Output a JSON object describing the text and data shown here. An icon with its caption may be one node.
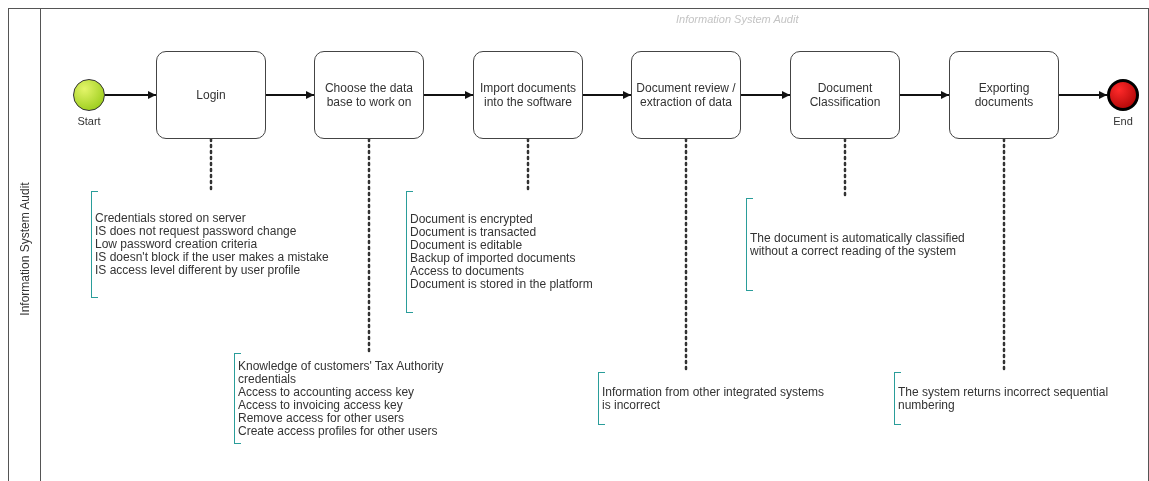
{
  "diagram": {
    "nodes": [
      {
        "text": [
          "Information System Audit"
        ]
      },
      {
        "text": [],
        "shape": "circle",
        "beside": [
          "Start"
        ],
        "in": 0
      },
      {
        "text": [
          "Login"
        ],
        "in": 0
      },
      {
        "text": [
          "Choose the data base to work on"
        ],
        "in": 0
      },
      {
        "text": [
          "Import documents into the software"
        ],
        "in": 0
      },
      {
        "text": [
          "Document review / extraction of data"
        ],
        "in": 0
      },
      {
        "text": [
          "Document Classification"
        ],
        "in": 0
      },
      {
        "text": [
          "Exporting documents"
        ],
        "in": 0
      },
      {
        "text": [],
        "shape": "circle",
        "beside": [
          "End"
        ],
        "in": 0
      },
      {
        "text": [
          "Credentials stored on server",
          "IS does not request password change",
          "Low password creation criteria",
          "IS doesn't block if the user makes a mistake",
          "IS access level different by user profile"
        ],
        "in": 0
      },
      {
        "text": [
          "Knowledge of customers' Tax Authority credentials",
          "Access to accounting access key",
          "Access to invoicing access key",
          "Remove access for other users",
          "Create access profiles for other users"
        ],
        "in": 0
      },
      {
        "text": [
          "Document is encrypted",
          "Document is transacted",
          "Document is editable",
          "Backup of imported documents",
          "Access to documents",
          "Document is stored in the platform"
        ],
        "in": 0
      },
      {
        "text": [
          "Information from other integrated systems is incorrect"
        ],
        "in": 0
      },
      {
        "text": [
          "The document is automatically classified without a correct reading of the system"
        ],
        "in": 0
      },
      {
        "text": [
          "The system returns incorrect sequential numbering"
        ],
        "in": 0
      }
    ],
    "edges": [
      {
        "from": 1,
        "to": 2,
        "arrow": "to"
      },
      {
        "from": 2,
        "to": 3,
        "arrow": "to"
      },
      {
        "from": 3,
        "to": 4,
        "arrow": "to"
      },
      {
        "from": 4,
        "to": 5,
        "arrow": "to"
      },
      {
        "from": 5,
        "to": 6,
        "arrow": "to"
      },
      {
        "from": 6,
        "to": 7,
        "arrow": "to"
      },
      {
        "from": 7,
        "to": 8,
        "arrow": "to"
      },
      {
        "from": 2,
        "to": 9,
        "arrow": "none",
        "style": "dashed"
      },
      {
        "from": 3,
        "to": 10,
        "arrow": "none",
        "style": "dashed"
      },
      {
        "from": 4,
        "to": 11,
        "arrow": "none",
        "style": "dashed"
      },
      {
        "from": 5,
        "to": 12,
        "arrow": "none",
        "style": "dashed"
      },
      {
        "from": 6,
        "to": 13,
        "arrow": "none",
        "style": "dashed"
      },
      {
        "from": 7,
        "to": 14,
        "arrow": "none",
        "style": "dashed"
      }
    ],
    "labels": [
      "Information System Audit"
    ]
  }
}
